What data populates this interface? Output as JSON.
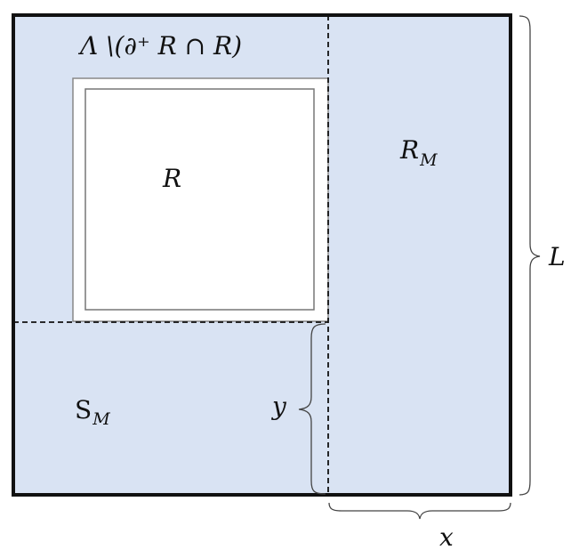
{
  "labels": {
    "complement": "Λ \\(∂⁺ R ∩ R)",
    "R": "R",
    "RM_base": "R",
    "RM_sub": "M",
    "SM_base": "S",
    "SM_sub": "M",
    "y": "y",
    "x": "x",
    "L": "L"
  },
  "colors": {
    "region_fill": "#d9e3f3",
    "outer_border": "#111111",
    "inner_square_fill": "#ffffff",
    "inner_square_border": "#777777",
    "dashed_line": "#111111",
    "brace": "#444444"
  }
}
